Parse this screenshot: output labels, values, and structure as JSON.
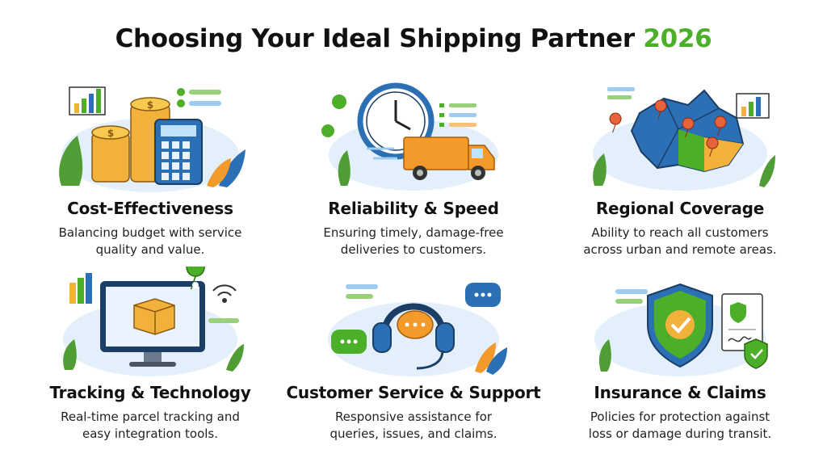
{
  "title": {
    "main": "Choosing Your Ideal Shipping Partner",
    "year": "2026"
  },
  "colors": {
    "accent_green": "#4caf2a",
    "blue": "#2b6fb5",
    "orange": "#f39a2b",
    "gold": "#f2b13a"
  },
  "cards": [
    {
      "heading": "Cost-Effectiveness",
      "desc1": "Balancing budget with service",
      "desc2": "quality and value.",
      "icon": "coins-calculator-icon"
    },
    {
      "heading": "Reliability & Speed",
      "desc1": "Ensuring timely, damage-free",
      "desc2": "deliveries to customers.",
      "icon": "clock-truck-icon"
    },
    {
      "heading": "Regional Coverage",
      "desc1": "Ability to reach all customers",
      "desc2": "across urban and remote areas.",
      "icon": "map-pins-icon"
    },
    {
      "heading": "Tracking & Technology",
      "desc1": "Real-time parcel tracking and",
      "desc2": "easy integration tools.",
      "icon": "monitor-parcel-icon"
    },
    {
      "heading": "Customer Service & Support",
      "desc1": "Responsive assistance for",
      "desc2": "queries, issues, and claims.",
      "icon": "headset-chat-icon"
    },
    {
      "heading": "Insurance & Claims",
      "desc1": "Policies for protection against",
      "desc2": "loss or damage during transit.",
      "icon": "shield-check-icon"
    }
  ]
}
